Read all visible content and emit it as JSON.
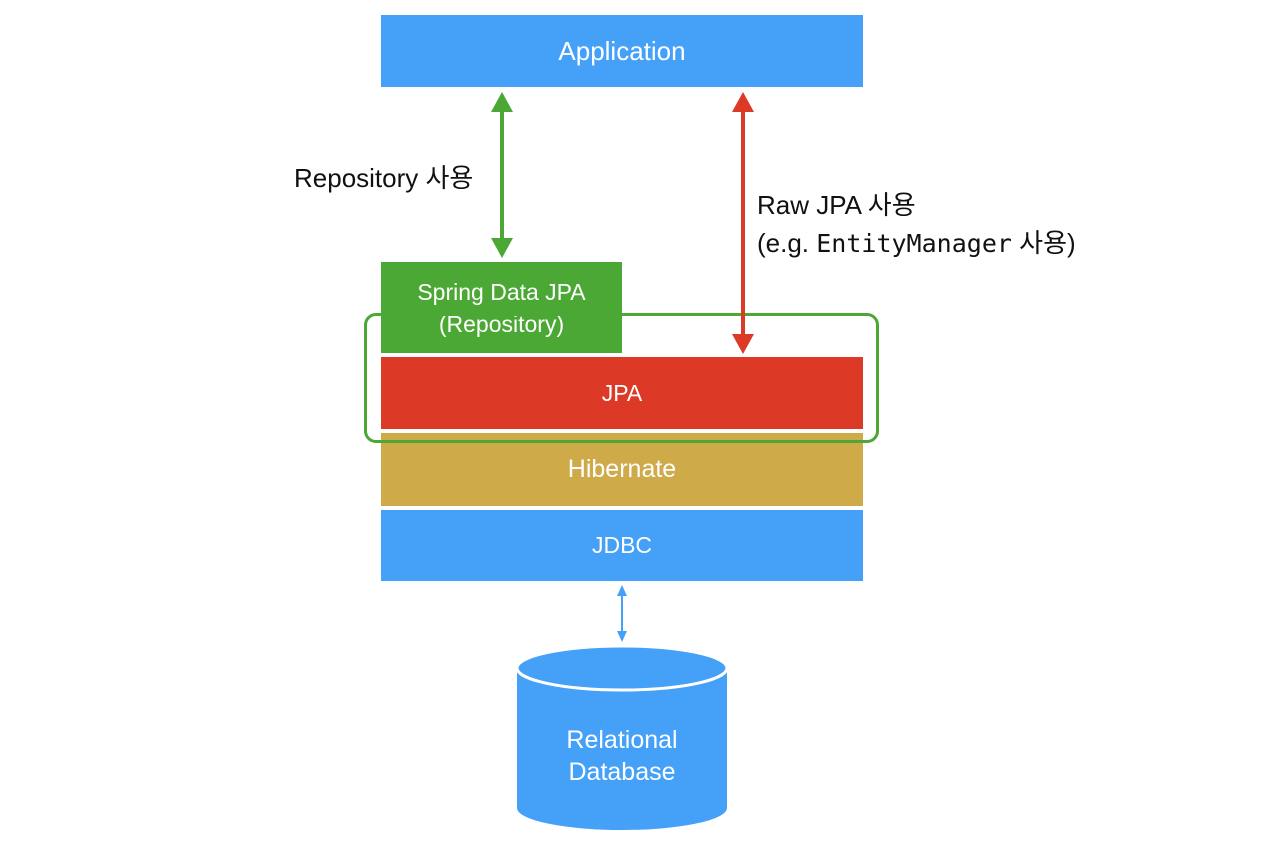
{
  "layers": {
    "application": "Application",
    "spring_data_jpa_line1": "Spring Data JPA",
    "spring_data_jpa_line2": "(Repository)",
    "jpa": "JPA",
    "hibernate": "Hibernate",
    "jdbc": "JDBC"
  },
  "database": {
    "line1": "Relational",
    "line2": "Database"
  },
  "edges": {
    "repository_label": "Repository 사용",
    "raw_jpa_line1": "Raw JPA 사용",
    "raw_jpa_line2_prefix": "(e.g. ",
    "raw_jpa_line2_code": "EntityManager",
    "raw_jpa_line2_suffix": " 사용)"
  },
  "colors": {
    "blue": "#45a1f8",
    "green": "#4ca834",
    "red": "#dc3a27",
    "gold": "#ceaa49"
  }
}
